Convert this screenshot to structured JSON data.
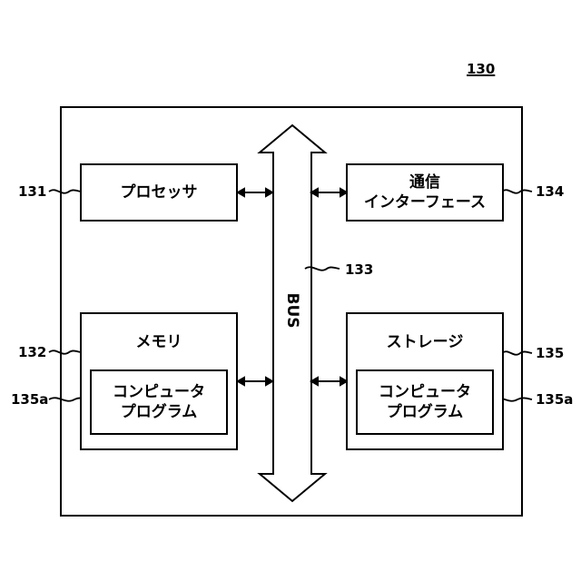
{
  "figure_ref": "130",
  "bus": {
    "label": "BUS",
    "ref": "133"
  },
  "processor": {
    "label": "プロセッサ",
    "ref": "131"
  },
  "comm_interface": {
    "label": "通信\nインターフェース",
    "ref": "134"
  },
  "memory": {
    "label": "メモリ",
    "ref": "132",
    "program": {
      "label": "コンピュータ\nプログラム",
      "ref": "135a"
    }
  },
  "storage": {
    "label": "ストレージ",
    "ref": "135",
    "program": {
      "label": "コンピュータ\nプログラム",
      "ref": "135a"
    }
  }
}
